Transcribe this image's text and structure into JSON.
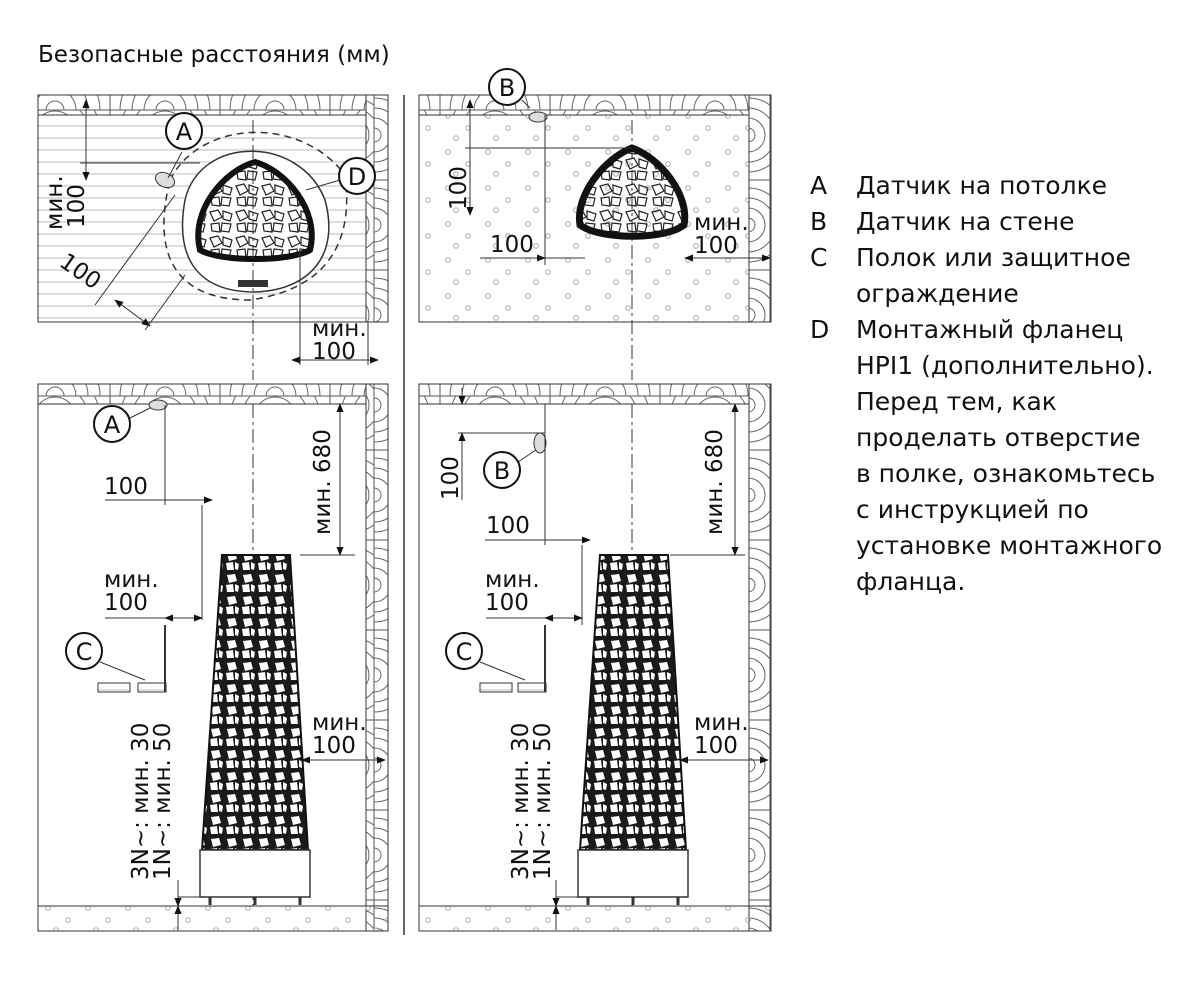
{
  "title": "Безопасные расстояния (мм)",
  "markers": [
    "A",
    "B",
    "C",
    "D"
  ],
  "top_left": {
    "min_label": "мин.",
    "min_value": "100",
    "diag_value": "100",
    "bottom_min_label": "мин.",
    "bottom_min_value": "100"
  },
  "top_right": {
    "vertical_value": "100",
    "left_value": "100",
    "right_min_label": "мин.",
    "right_value": "100"
  },
  "bottom_left": {
    "top_gap": "100",
    "ceiling": "мин. 680",
    "side_min_label": "мин.",
    "side_min_value": "100",
    "right_min_label": "мин.",
    "right_min_value": "100",
    "floor_3n": "3N~: мин. 30",
    "floor_1n": "1N~: мин. 50"
  },
  "bottom_right": {
    "vertical_value": "100",
    "top_gap": "100",
    "ceiling": "мин. 680",
    "side_min_label": "мин.",
    "side_min_value": "100",
    "right_min_label": "мин.",
    "right_min_value": "100",
    "floor_3n": "3N~: мин. 30",
    "floor_1n": "1N~: мин. 50"
  },
  "legend": [
    {
      "key": "A",
      "text": "Датчик на потолке"
    },
    {
      "key": "B",
      "text": "Датчик на стене"
    },
    {
      "key": "C",
      "text": "Полок или защитное\nограждение"
    },
    {
      "key": "D",
      "text": "Монтажный фланец\nHPI1 (дополнительно).\nПеред тем, как\nпроделать отверстие\nв полке, ознакомьтесь\nс инструкцией по\nустановке монтажного\nфланца."
    }
  ]
}
